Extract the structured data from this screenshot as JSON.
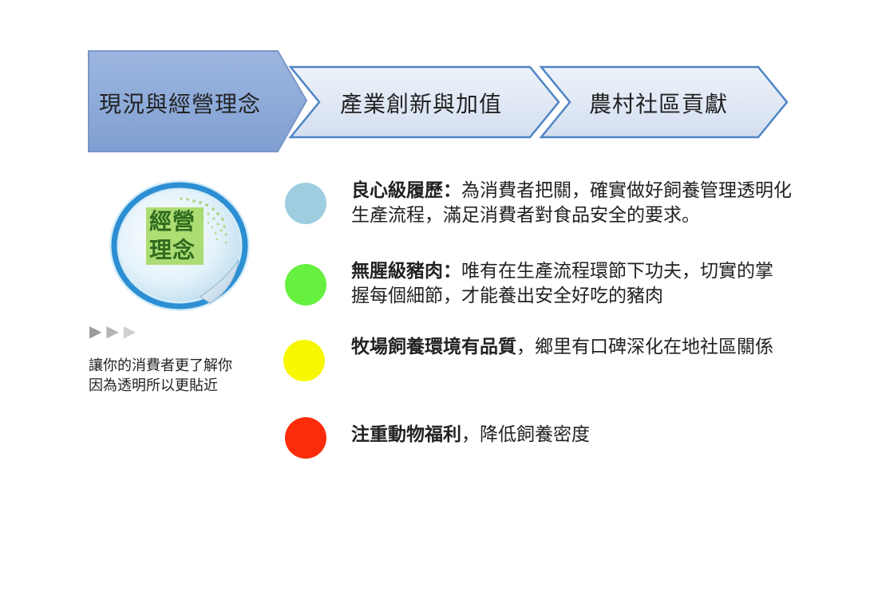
{
  "steps": [
    {
      "label": "現況與經營理念",
      "state": "active",
      "fill": "#8eaad9",
      "stroke": "#6f8fc4"
    },
    {
      "label": "產業創新與加值",
      "state": "inactive",
      "fill": "#dbe4f3",
      "stroke": "#5b88c8"
    },
    {
      "label": "農村社區貢獻",
      "state": "inactive",
      "fill": "#dbe4f3",
      "stroke": "#5b88c8"
    }
  ],
  "badge": {
    "text": "經營理念",
    "ring_color": "#3a96d6",
    "inner_color": "#d6ecf7",
    "text_color": "#2f6b1f"
  },
  "arrows_icon": "triple-play-arrows",
  "tagline": {
    "line1": "讓你的消費者更了解你",
    "line2": "因為透明所以更貼近"
  },
  "bullets": [
    {
      "color": "#9ecde0",
      "title": "良心級履歷：",
      "text": "為消費者把關，確實做好飼養管理透明化生產流程，滿足消費者對食品安全的要求。"
    },
    {
      "color": "#66f040",
      "title": "無腥級豬肉：",
      "text": "唯有在生產流程環節下功夫，切實的掌握每個細節，才能養出安全好吃的豬肉"
    },
    {
      "color": "#f7f700",
      "title": "牧場飼養環境有品質",
      "text": "，鄉里有口碑深化在地社區關係"
    },
    {
      "color": "#fb2c0c",
      "title": "注重動物福利",
      "text": "，降低飼養密度"
    }
  ]
}
